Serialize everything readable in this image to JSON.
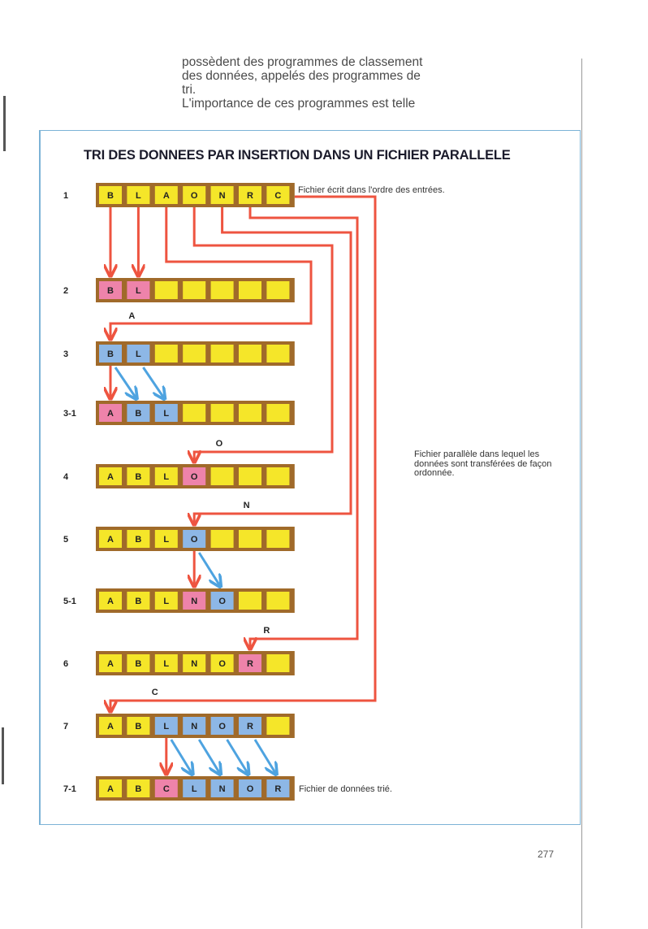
{
  "intro_lines": [
    "possèdent des programmes de classement",
    "des données, appelés des programmes de",
    "tri.",
    "L'importance de ces programmes est telle"
  ],
  "diagram": {
    "title": "TRI DES DONNEES PAR INSERTION DANS UN FICHIER PARALLELE",
    "notes": {
      "input_file": "Fichier écrit dans l'ordre des entrées.",
      "parallel_file": "Fichier parallèle dans lequel les données sont transférées de façon ordonnée.",
      "sorted_file": "Fichier de données trié."
    },
    "colors": {
      "frame": "#7cb3d6",
      "cell_yellow": "#f5e629",
      "cell_pink": "#ee83aa",
      "cell_blue": "#8db7e6",
      "cell_border": "#a06a2a",
      "arrow_red": "#ee5440",
      "arrow_blue": "#4ea3e0"
    },
    "rows": [
      {
        "label": "1",
        "cells": [
          [
            "B",
            "y"
          ],
          [
            "L",
            "y"
          ],
          [
            "A",
            "y"
          ],
          [
            "O",
            "y"
          ],
          [
            "N",
            "y"
          ],
          [
            "R",
            "y"
          ],
          [
            "C",
            "y"
          ]
        ]
      },
      {
        "label": "2",
        "cells": [
          [
            "B",
            "p"
          ],
          [
            "L",
            "p"
          ],
          [
            "",
            "y"
          ],
          [
            "",
            "y"
          ],
          [
            "",
            "y"
          ],
          [
            "",
            "y"
          ],
          [
            "",
            "y"
          ]
        ]
      },
      {
        "label": "3",
        "cells": [
          [
            "B",
            "b"
          ],
          [
            "L",
            "b"
          ],
          [
            "",
            "y"
          ],
          [
            "",
            "y"
          ],
          [
            "",
            "y"
          ],
          [
            "",
            "y"
          ],
          [
            "",
            "y"
          ]
        ]
      },
      {
        "label": "3-1",
        "cells": [
          [
            "A",
            "p"
          ],
          [
            "B",
            "b"
          ],
          [
            "L",
            "b"
          ],
          [
            "",
            "y"
          ],
          [
            "",
            "y"
          ],
          [
            "",
            "y"
          ],
          [
            "",
            "y"
          ]
        ]
      },
      {
        "label": "4",
        "cells": [
          [
            "A",
            "y"
          ],
          [
            "B",
            "y"
          ],
          [
            "L",
            "y"
          ],
          [
            "O",
            "p"
          ],
          [
            "",
            "y"
          ],
          [
            "",
            "y"
          ],
          [
            "",
            "y"
          ]
        ]
      },
      {
        "label": "5",
        "cells": [
          [
            "A",
            "y"
          ],
          [
            "B",
            "y"
          ],
          [
            "L",
            "y"
          ],
          [
            "O",
            "b"
          ],
          [
            "",
            "y"
          ],
          [
            "",
            "y"
          ],
          [
            "",
            "y"
          ]
        ]
      },
      {
        "label": "5-1",
        "cells": [
          [
            "A",
            "y"
          ],
          [
            "B",
            "y"
          ],
          [
            "L",
            "y"
          ],
          [
            "N",
            "p"
          ],
          [
            "O",
            "b"
          ],
          [
            "",
            "y"
          ],
          [
            "",
            "y"
          ]
        ]
      },
      {
        "label": "6",
        "cells": [
          [
            "A",
            "y"
          ],
          [
            "B",
            "y"
          ],
          [
            "L",
            "y"
          ],
          [
            "N",
            "y"
          ],
          [
            "O",
            "y"
          ],
          [
            "R",
            "p"
          ],
          [
            "",
            "y"
          ]
        ]
      },
      {
        "label": "7",
        "cells": [
          [
            "A",
            "y"
          ],
          [
            "B",
            "y"
          ],
          [
            "L",
            "b"
          ],
          [
            "N",
            "b"
          ],
          [
            "O",
            "b"
          ],
          [
            "R",
            "b"
          ],
          [
            "",
            "y"
          ]
        ]
      },
      {
        "label": "7-1",
        "cells": [
          [
            "A",
            "y"
          ],
          [
            "B",
            "y"
          ],
          [
            "C",
            "p"
          ],
          [
            "L",
            "b"
          ],
          [
            "N",
            "b"
          ],
          [
            "O",
            "b"
          ],
          [
            "R",
            "b"
          ]
        ]
      }
    ],
    "insert_letters": [
      {
        "letter": "A"
      },
      {
        "letter": "O"
      },
      {
        "letter": "N"
      },
      {
        "letter": "R"
      },
      {
        "letter": "C"
      }
    ]
  },
  "page_number": "277"
}
